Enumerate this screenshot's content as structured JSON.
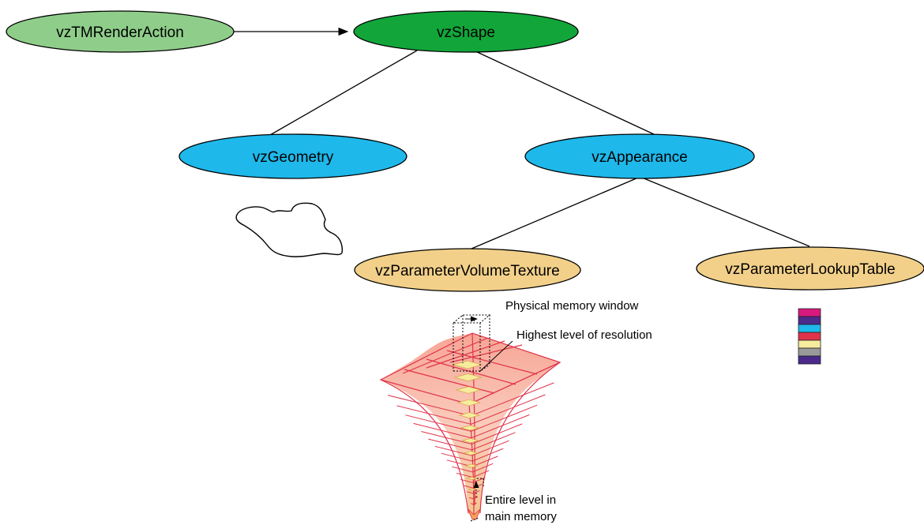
{
  "nodes": {
    "render_action": {
      "label": "vzTMRenderAction",
      "color": "#8fce8a"
    },
    "shape": {
      "label": "vzShape",
      "color": "#12a63a"
    },
    "geometry": {
      "label": "vzGeometry",
      "color": "#1fb8ea"
    },
    "appearance": {
      "label": "vzAppearance",
      "color": "#1fb8ea"
    },
    "volume_texture": {
      "label": "vzParameterVolumeTexture",
      "color": "#f2d08a"
    },
    "lookup_table": {
      "label": "vzParameterLookupTable",
      "color": "#f2d08a"
    }
  },
  "annotations": {
    "physical_memory_window": "Physical memory window",
    "highest_resolution": "Highest level of resolution",
    "entire_level_line1": "Entire level in",
    "entire_level_line2": "main memory"
  },
  "lookup_table_colors": [
    "#d8197e",
    "#4b2a8c",
    "#1fb8ea",
    "#e0334a",
    "#f6ec9e",
    "#9a9a9a",
    "#4b2a8c"
  ],
  "pyramid": {
    "stroke": "#e0334a",
    "fill": "#f6a99a",
    "slice_color": "#f6ec9e"
  }
}
